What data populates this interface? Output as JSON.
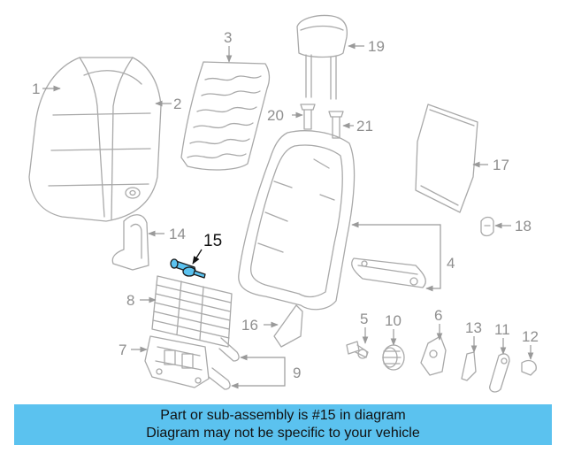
{
  "highlight_color": "#5bc2ef",
  "highlighted_part": "15",
  "callouts": {
    "c1": "1",
    "c2": "2",
    "c3": "3",
    "c4": "4",
    "c5": "5",
    "c6": "6",
    "c7": "7",
    "c8": "8",
    "c9": "9",
    "c10": "10",
    "c11": "11",
    "c12": "12",
    "c13": "13",
    "c14": "14",
    "c15": "15",
    "c16": "16",
    "c17": "17",
    "c18": "18",
    "c19": "19",
    "c20": "20",
    "c21": "21"
  },
  "banner": {
    "line1": "Part or sub-assembly is #15 in diagram",
    "line2": "Diagram may not be specific to your vehicle"
  }
}
